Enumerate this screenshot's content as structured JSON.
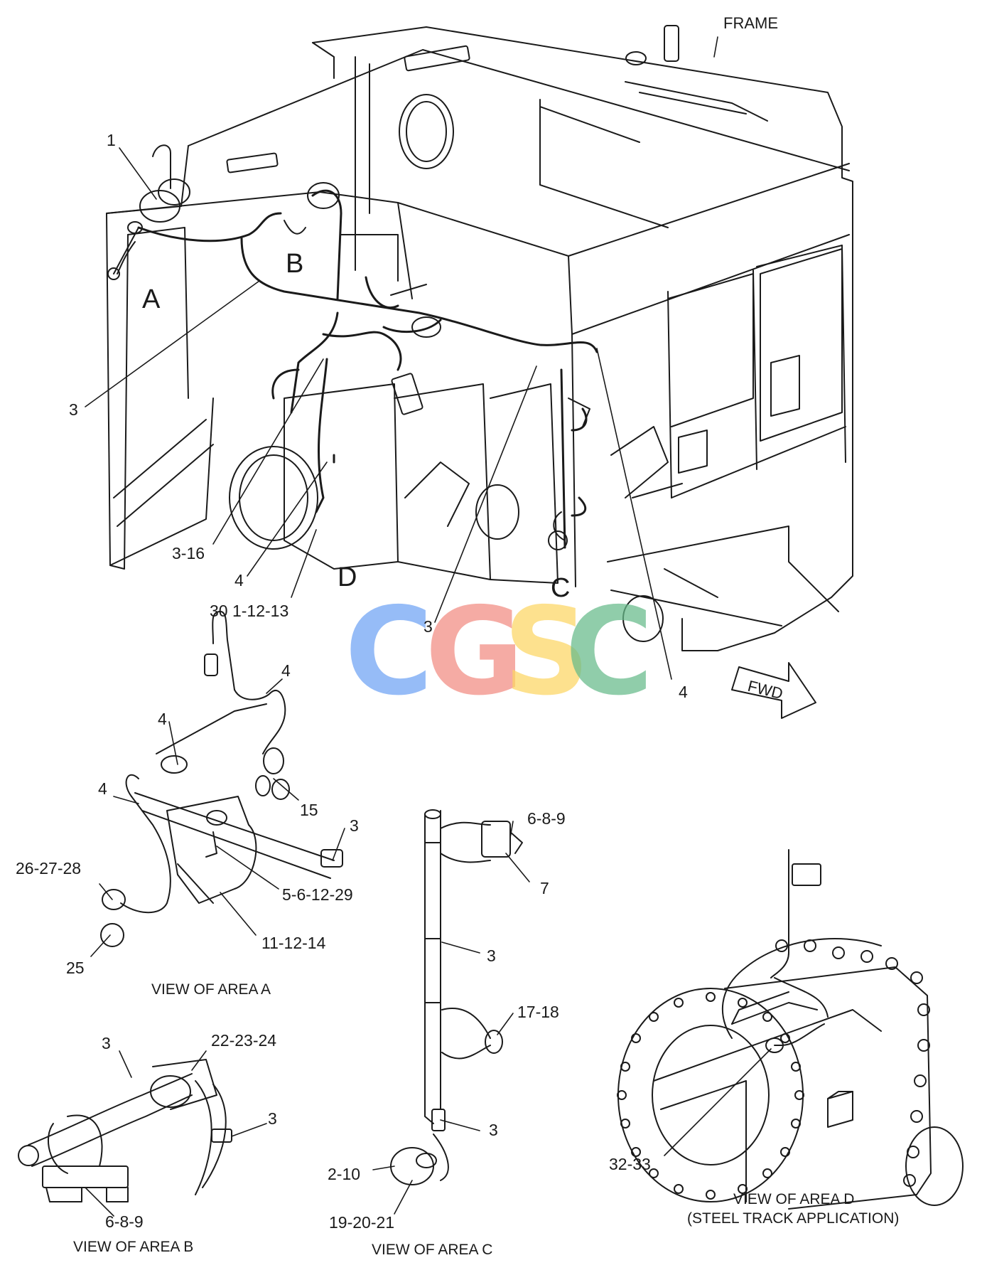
{
  "frame_label": "FRAME",
  "fwd_label": "FWD",
  "watermark": {
    "letters": [
      "C",
      "G",
      "S",
      "C"
    ],
    "colors": [
      "#6fa3f5",
      "#f28b82",
      "#fdd663",
      "#66bb8a"
    ]
  },
  "callouts_main": {
    "c1": "1",
    "c3_left": "3",
    "c3_16": "3-16",
    "c4_left": "4",
    "c30": "30  1-12-13",
    "c3_center": "3",
    "c4_right": "4"
  },
  "areas": {
    "a": "A",
    "b": "B",
    "c": "C",
    "d": "D"
  },
  "view_a": {
    "caption": "VIEW OF AREA  A",
    "labels": {
      "c4_top": "4",
      "c4_mid": "4",
      "c4_left": "4",
      "c15": "15",
      "c3": "3",
      "c26": "26-27-28",
      "c5": "5-6-12-29",
      "c11": "11-12-14",
      "c25": "25"
    }
  },
  "view_b": {
    "caption": "VIEW OF AREA  B",
    "labels": {
      "c3_top": "3",
      "c22": "22-23-24",
      "c3_right": "3",
      "c689": "6-8-9"
    }
  },
  "view_c": {
    "caption": "VIEW OF AREA  C",
    "labels": {
      "c689": "6-8-9",
      "c7": "7",
      "c3_a": "3",
      "c17": "17-18",
      "c3_b": "3",
      "c210": "2-10",
      "c19": "19-20-21"
    }
  },
  "view_d": {
    "caption_line1": "VIEW OF AREA  D",
    "caption_line2": "(STEEL TRACK APPLICATION)",
    "labels": {
      "c32": "32-33"
    }
  },
  "colors": {
    "line": "#1a1a1a",
    "background": "#ffffff"
  }
}
